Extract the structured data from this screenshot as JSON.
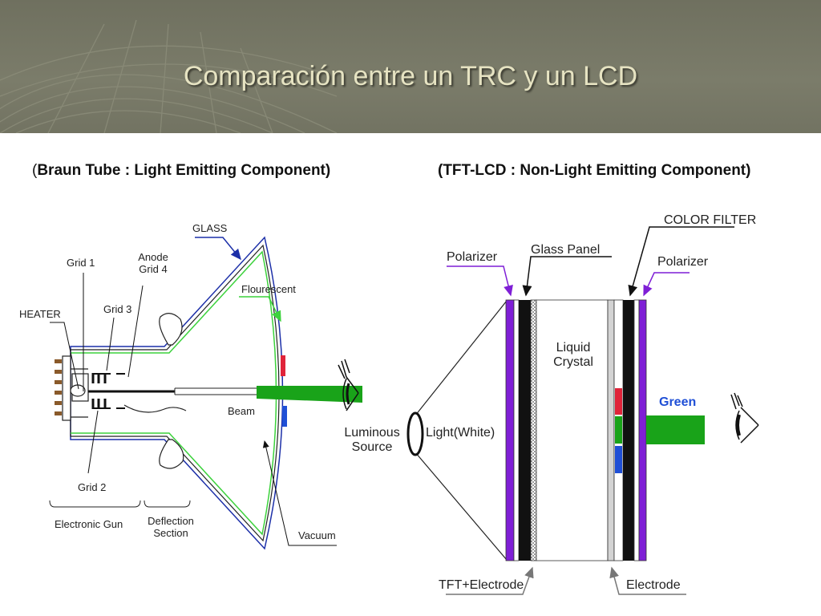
{
  "slide": {
    "title": "Comparación entre un TRC y un LCD"
  },
  "crt": {
    "heading_paren": "(",
    "heading_text": "Braun Tube : Light Emitting Component)",
    "labels": {
      "glass": "GLASS",
      "anode_line1": "Anode",
      "anode_line2": "Grid 4",
      "grid1": "Grid 1",
      "grid3": "Grid 3",
      "heater": "HEATER",
      "flourescent": "Flourescent",
      "beam": "Beam",
      "grid2": "Grid 2",
      "electronic_gun": "Electronic Gun",
      "deflection_line1": "Deflection",
      "deflection_line2": "Section",
      "vacuum": "Vacuum"
    }
  },
  "lcd": {
    "heading": "(TFT-LCD : Non-Light Emitting Component)",
    "labels": {
      "color_filter": "COLOR FILTER",
      "polarizer_left": "Polarizer",
      "glass_panel": "Glass Panel",
      "polarizer_right": "Polarizer",
      "liquid_line1": "Liquid",
      "liquid_line2": "Crystal",
      "green": "Green",
      "luminous_line1": "Luminous",
      "luminous_line2": "Source",
      "light_white": "Light(White)",
      "tft_electrode": "TFT+Electrode",
      "electrode": "Electrode"
    }
  },
  "colors": {
    "header": "#737463",
    "title": "#e6e3c2",
    "polarizer": "#7f1fd6",
    "green_beam": "#19a319",
    "red_filter": "#e0243a",
    "blue_filter": "#1f4fd6",
    "glass_outline": "#1c2fa8",
    "fluorescent": "#3cd23c"
  }
}
